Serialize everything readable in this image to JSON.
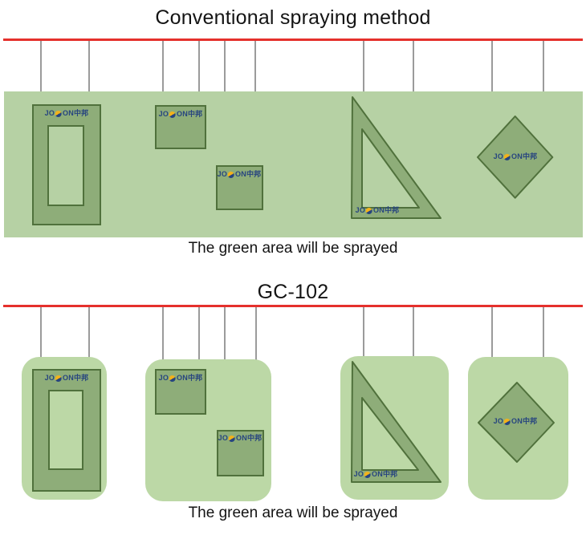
{
  "sections": [
    {
      "title": "Conventional spraying method",
      "caption": "The green area will be sprayed"
    },
    {
      "title": "GC-102",
      "caption": "The green area will be sprayed"
    }
  ],
  "brand": {
    "prefix": "JO",
    "suffix": "ON",
    "cn": "中邦"
  },
  "colors": {
    "red_line": "#e5302c",
    "wire": "#9b9b9b",
    "band": "#b6d1a4",
    "patch": "#bcd8a6",
    "shape": "#8ead79",
    "shape_border": "#50713c",
    "brand_navy": "#27457f",
    "brand_yellow": "#f2b21c"
  }
}
